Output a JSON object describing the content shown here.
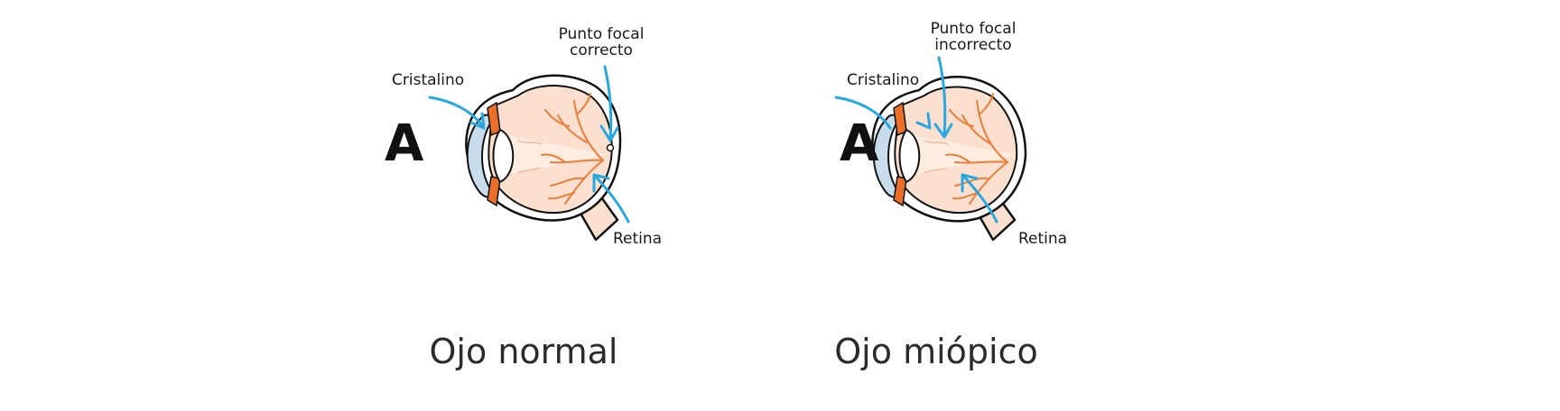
{
  "colors": {
    "pointer": "#29a8df",
    "eye_fill": "#fbe0cf",
    "eye_fill_light": "#fdeee4",
    "iris": "#e8702a",
    "vessel": "#ec7d3a",
    "cornea": "#c9dcec",
    "outline": "#111111"
  },
  "panels": [
    {
      "id": "normal",
      "stimulus": "A",
      "lens_label": "Cristalino",
      "focal_label_line1": "Punto focal",
      "focal_label_line2": "correcto",
      "retina_label": "Retina",
      "caption": "Ojo normal"
    },
    {
      "id": "myopic",
      "stimulus": "A",
      "lens_label": "Cristalino",
      "focal_label_line1": "Punto focal",
      "focal_label_line2": "incorrecto",
      "retina_label": "Retina",
      "caption": "Ojo miópico"
    }
  ]
}
